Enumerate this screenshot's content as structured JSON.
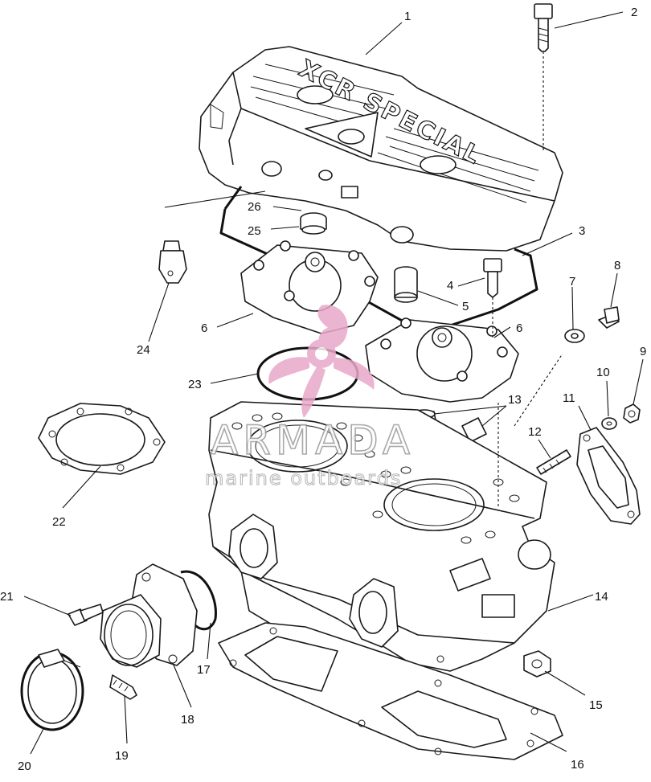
{
  "diagram": {
    "cover_lettering": "XCR SPECIAL",
    "callouts": [
      "1",
      "2",
      "3",
      "4",
      "5",
      "6",
      "6",
      "7",
      "8",
      "9",
      "10",
      "11",
      "12",
      "13",
      "14",
      "15",
      "16",
      "17",
      "18",
      "19",
      "20",
      "21",
      "22",
      "23",
      "24",
      "25",
      "26"
    ],
    "watermark": {
      "brand": "ARMADA",
      "tagline": "marine outboards",
      "colors": {
        "logo": "#e8a8c8",
        "text": "#b8b8b8"
      }
    }
  }
}
